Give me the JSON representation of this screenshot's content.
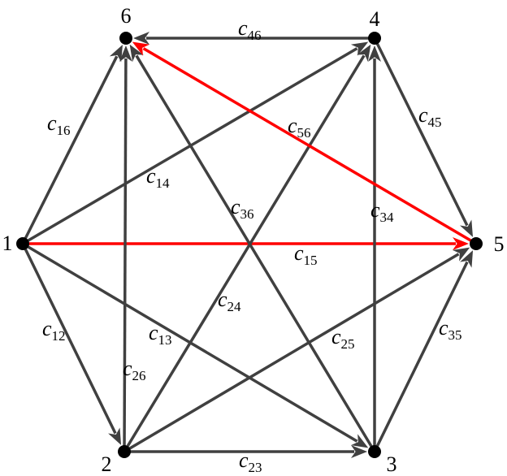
{
  "diagram": {
    "colors": {
      "default_edge": "#404040",
      "highlight_edge": "#ff0000",
      "node": "#000000"
    },
    "nodes": [
      {
        "id": "1",
        "label": "1"
      },
      {
        "id": "2",
        "label": "2"
      },
      {
        "id": "3",
        "label": "3"
      },
      {
        "id": "4",
        "label": "4"
      },
      {
        "id": "5",
        "label": "5"
      },
      {
        "id": "6",
        "label": "6"
      }
    ],
    "edges": [
      {
        "id": "c12",
        "from": "1",
        "to": "2",
        "label": "c",
        "sub": "12",
        "highlight": false
      },
      {
        "id": "c13",
        "from": "1",
        "to": "3",
        "label": "c",
        "sub": "13",
        "highlight": false
      },
      {
        "id": "c14",
        "from": "1",
        "to": "4",
        "label": "c",
        "sub": "14",
        "highlight": false
      },
      {
        "id": "c15",
        "from": "1",
        "to": "5",
        "label": "c",
        "sub": "15",
        "highlight": true
      },
      {
        "id": "c16",
        "from": "1",
        "to": "6",
        "label": "c",
        "sub": "16",
        "highlight": false
      },
      {
        "id": "c23",
        "from": "2",
        "to": "3",
        "label": "c",
        "sub": "23",
        "highlight": false
      },
      {
        "id": "c24",
        "from": "2",
        "to": "4",
        "label": "c",
        "sub": "24",
        "highlight": false
      },
      {
        "id": "c25",
        "from": "2",
        "to": "5",
        "label": "c",
        "sub": "25",
        "highlight": false
      },
      {
        "id": "c26",
        "from": "2",
        "to": "6",
        "label": "c",
        "sub": "26",
        "highlight": false
      },
      {
        "id": "c34",
        "from": "3",
        "to": "4",
        "label": "c",
        "sub": "34",
        "highlight": false
      },
      {
        "id": "c35",
        "from": "3",
        "to": "5",
        "label": "c",
        "sub": "35",
        "highlight": false
      },
      {
        "id": "c36",
        "from": "3",
        "to": "6",
        "label": "c",
        "sub": "36",
        "highlight": false
      },
      {
        "id": "c45",
        "from": "4",
        "to": "5",
        "label": "c",
        "sub": "45",
        "highlight": false
      },
      {
        "id": "c46",
        "from": "4",
        "to": "6",
        "label": "c",
        "sub": "46",
        "highlight": false
      },
      {
        "id": "c56",
        "from": "5",
        "to": "6",
        "label": "c",
        "sub": "56",
        "highlight": true
      }
    ]
  }
}
